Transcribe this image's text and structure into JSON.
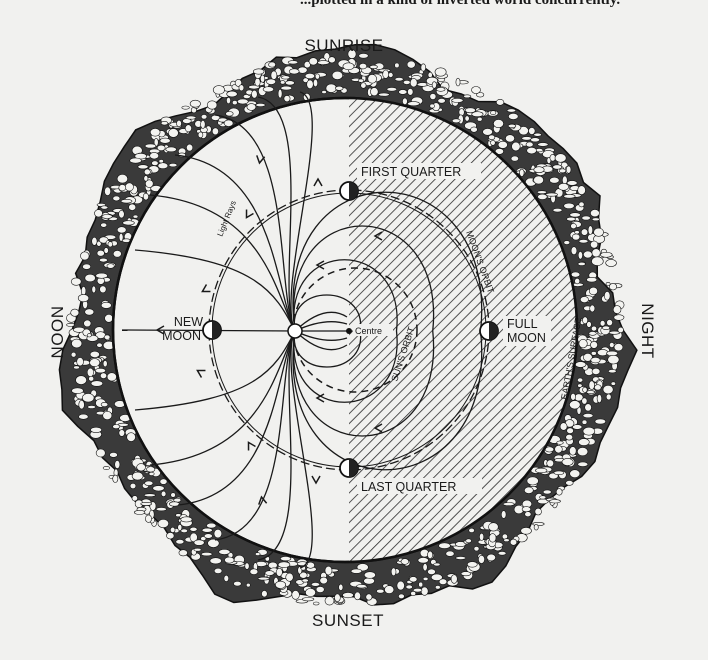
{
  "header_fragment": "...plotted in a kind of inverted world concurrently.",
  "labels": {
    "sunrise": "SUNRISE",
    "sunset": "SUNSET",
    "noon": "NOON",
    "night": "NIGHT",
    "first_quarter": "FIRST QUARTER",
    "last_quarter": "LAST QUARTER",
    "new_moon_line1": "NEW",
    "new_moon_line2": "MOON",
    "full_moon_line1": "FULL",
    "full_moon_line2": "MOON",
    "centre": "Centre",
    "suns_orbit": "SUN'S ORBIT",
    "moons_orbit": "MOON'S ORBIT",
    "earths_surface": "EARTH'S SURFACE",
    "light_rays": "Light Rays"
  },
  "colors": {
    "ink": "#1a1a1a",
    "paper": "#f1f1ef",
    "rock_fill": "#3a3a3a"
  }
}
